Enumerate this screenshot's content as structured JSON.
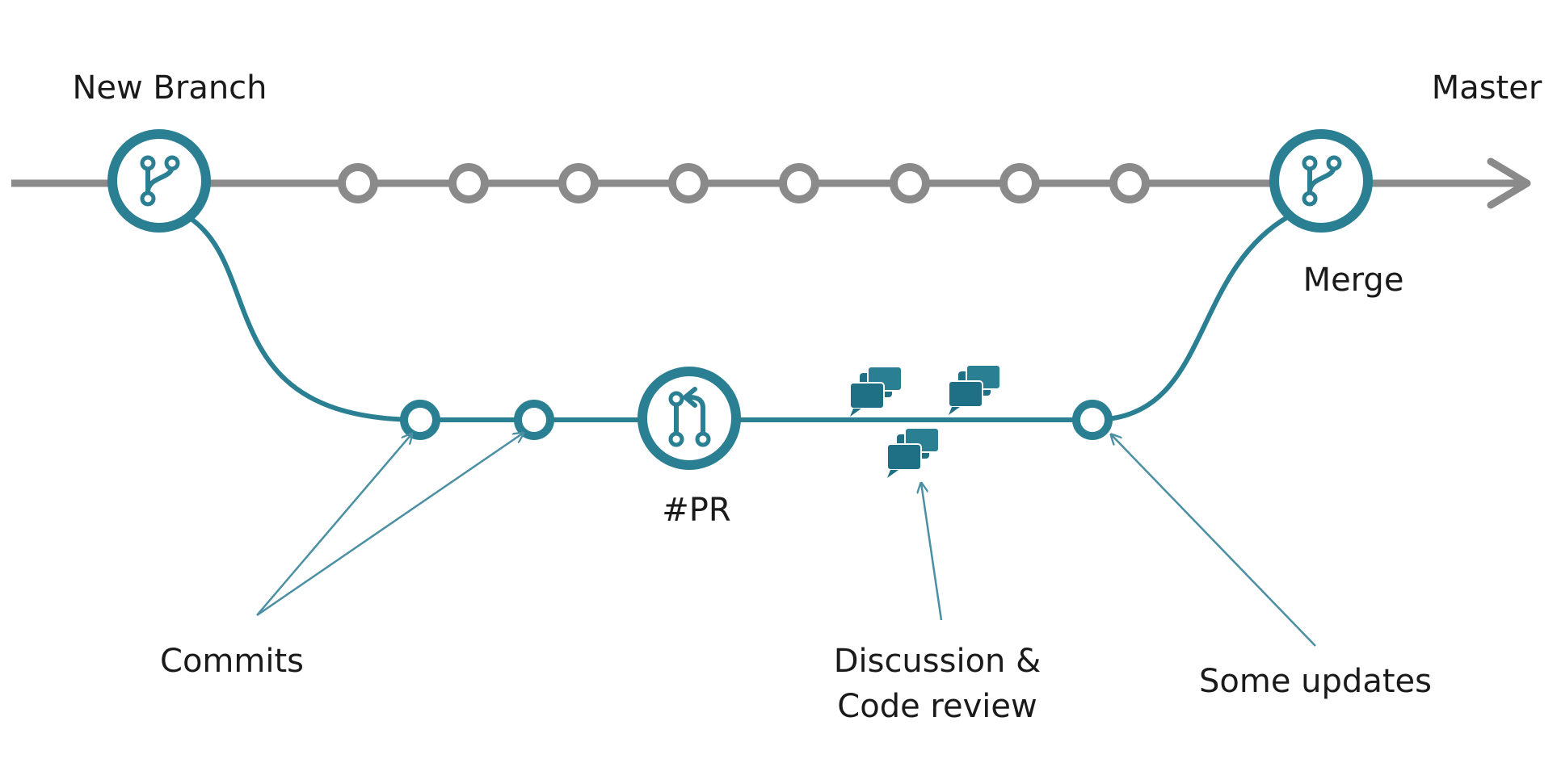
{
  "labels": {
    "new_branch": "New Branch",
    "master": "Master",
    "merge": "Merge",
    "pr": "#PR",
    "commits": "Commits",
    "discussion_line1": "Discussion &",
    "discussion_line2": "Code review",
    "some_updates": "Some updates"
  },
  "colors": {
    "master_line": "#8a8a8a",
    "branch_line": "#2a7f93",
    "annotation_line": "#4a8fa3",
    "label_text": "#1a1a1a"
  },
  "icons": {
    "new_branch_node": "git-branch-icon",
    "merge_node": "git-branch-icon",
    "pr_node": "git-pull-request-icon",
    "discussion": "speech-bubbles-icon"
  }
}
